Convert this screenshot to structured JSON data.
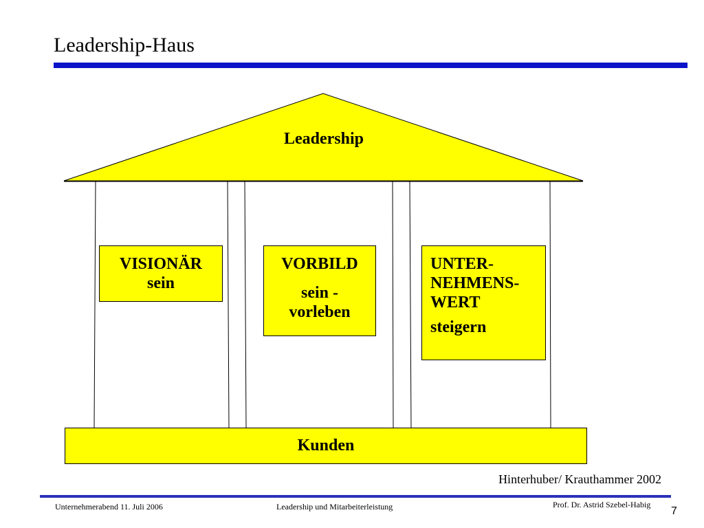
{
  "slide": {
    "title": "Leadership-Haus",
    "accent_color": "#0c14c8",
    "fill_color": "#ffff00"
  },
  "house": {
    "roof_label": "Leadership",
    "pillars": [
      {
        "headline": "VISIONÄR",
        "detail": "sein"
      },
      {
        "headline": "VORBILD",
        "detail": "sein -\nvorleben"
      },
      {
        "headline": "UNTER-\nNEHMENS-\nWERT",
        "detail": "steigern"
      }
    ],
    "foundation_label": "Kunden"
  },
  "source": "Hinterhuber/ Krauthammer 2002",
  "footer": {
    "left": "Unternehmerabend 11. Juli  2006",
    "center": "Leadership und Mitarbeiterleistung",
    "right": "Prof. Dr. Astrid Szebel-Habig",
    "page_number": "7"
  }
}
